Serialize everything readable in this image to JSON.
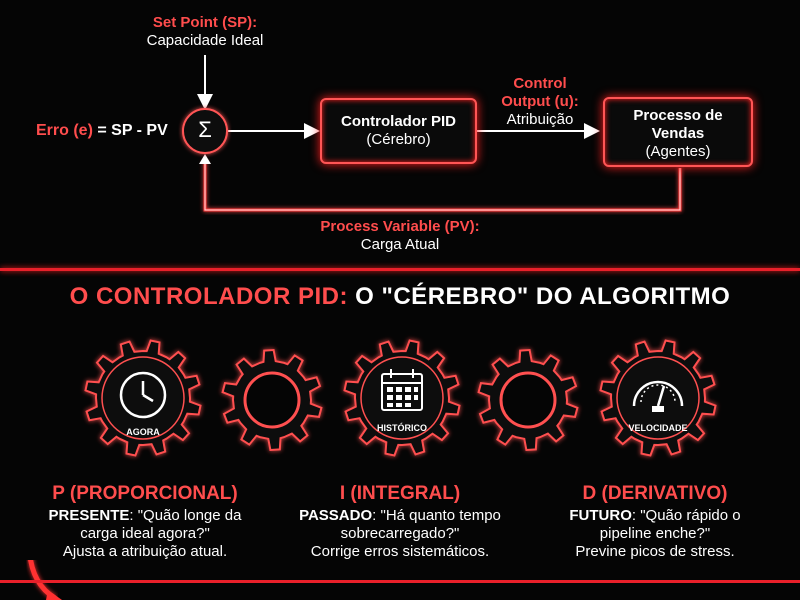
{
  "diagram": {
    "set_point_label": "Set Point (SP):",
    "set_point_value": "Capacidade Ideal",
    "error_label": "Erro (e)",
    "error_formula": " = SP - PV",
    "sum_symbol": "Σ",
    "controller_title": "Controlador PID",
    "controller_sub": "(Cérebro)",
    "output_label_1": "Control",
    "output_label_2": "Output (u):",
    "output_value": "Atribuição",
    "process_title_1": "Processo de",
    "process_title_2": "Vendas",
    "process_sub": "(Agentes)",
    "pv_label": "Process Variable (PV):",
    "pv_value": "Carga Atual"
  },
  "section": {
    "title_red": "O CONTROLADOR PID:",
    "title_white": " O \"CÉREBRO\" DO ALGORITMO"
  },
  "gears": [
    {
      "label": "AGORA",
      "icon": "clock-icon"
    },
    {
      "label": "",
      "icon": ""
    },
    {
      "label": "HISTÓRICO",
      "icon": "calendar-icon"
    },
    {
      "label": "",
      "icon": ""
    },
    {
      "label": "VELOCIDADE",
      "icon": "speedometer-icon"
    }
  ],
  "terms": [
    {
      "head": "P (PROPORCIONAL)",
      "key": "PRESENTE",
      "text": ": \"Quão longe da carga ideal agora?\"",
      "action": "Ajusta a atribuição atual."
    },
    {
      "head": "I (INTEGRAL)",
      "key": "PASSADO",
      "text": ": \"Há quanto tempo sobrecarregado?\"",
      "action": "Corrige erros sistemáticos."
    },
    {
      "head": "D (DERIVATIVO)",
      "key": "FUTURO",
      "text": ": \"Quão rápido o pipeline enche?\"",
      "action": "Previne picos de stress."
    }
  ],
  "colors": {
    "accent": "#ff4d4d",
    "line": "#e8202a",
    "background": "#050505"
  }
}
